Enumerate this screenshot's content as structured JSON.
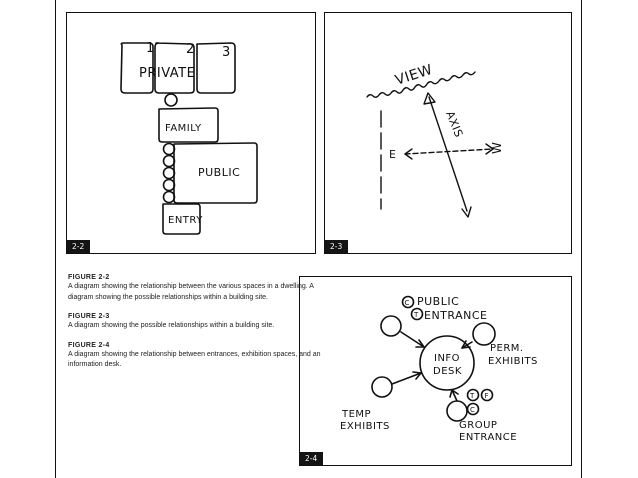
{
  "figures": [
    {
      "tag": "2-2",
      "labels": {
        "private": "PRIVATE",
        "n1": "1",
        "n2": "2",
        "n3": "3",
        "family": "FAMILY",
        "public": "PUBLIC",
        "entry": "ENTRY"
      }
    },
    {
      "tag": "2-3",
      "labels": {
        "view": "VIEW",
        "axis": "AXIS",
        "east": "E",
        "west": "W"
      }
    },
    {
      "tag": "2-4",
      "labels": {
        "c1": "C",
        "t1": "T",
        "public_entrance_1": "PUBLIC",
        "public_entrance_2": "ENTRANCE",
        "perm_exhibits_1": "PERM.",
        "perm_exhibits_2": "EXHIBITS",
        "info_desk_1": "INFO",
        "info_desk_2": "DESK",
        "t2": "T",
        "f": "F",
        "c2": "C",
        "group_entrance_1": "GROUP",
        "group_entrance_2": "ENTRANCE",
        "temp_exhibits_1": "TEMP",
        "temp_exhibits_2": "EXHIBITS"
      }
    }
  ],
  "captions": [
    {
      "title": "FIGURE 2-2",
      "text": "A diagram showing the relationship between the various spaces in a dwelling. A diagram showing the possible relationships within a building site."
    },
    {
      "title": "FIGURE 2-3",
      "text": "A diagram showing the possible relationships within a building site."
    },
    {
      "title": "FIGURE 2-4",
      "text": "A diagram showing the relationship between entrances, exhibition spaces, and an information desk."
    }
  ]
}
